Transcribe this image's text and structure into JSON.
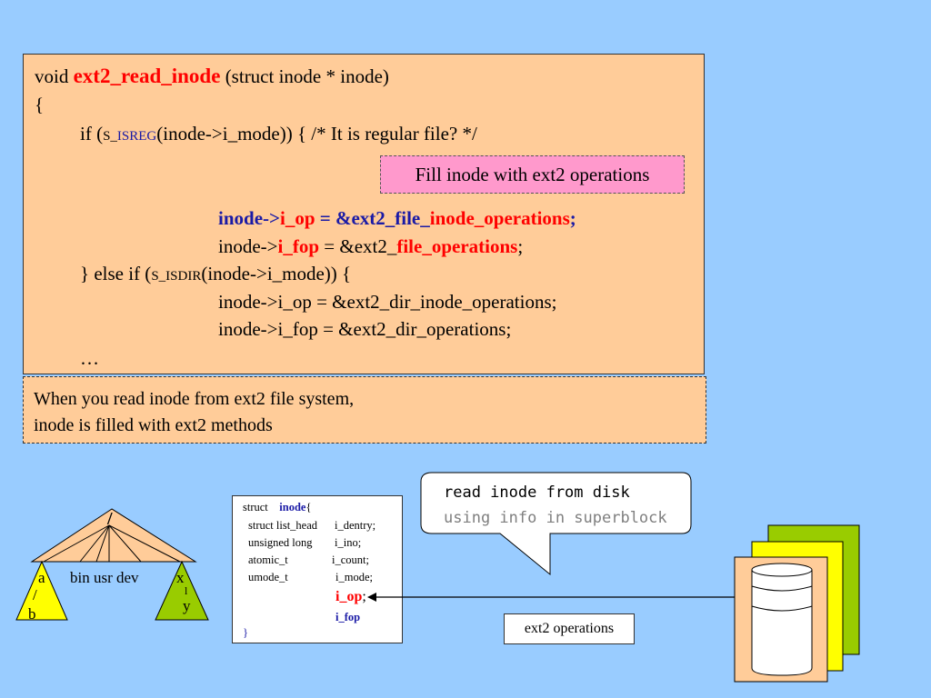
{
  "code": {
    "line1": {
      "pre": "void ",
      "fn": "ext2_read_inode",
      "post": " (struct inode * inode)"
    },
    "line2": "{",
    "line3": {
      "pre": "if (",
      "s": "S_",
      "isreg": "ISREG",
      "post": "(inode->i_mode)) {   /* It is  regular file? */"
    },
    "line4": {
      "a": "inode->",
      "b": "i_op",
      "c": " = &ext2_file_",
      "d": "inode_operations",
      "e": ";"
    },
    "line5": {
      "a": "inode->",
      "b": "i_fop",
      "c": " = &ext2_",
      "d": "file_operations",
      "e": ";"
    },
    "line6": {
      "pre": "} else if (",
      "s": "S_",
      "isdir": "ISDIR",
      "post": "(inode->i_mode)) {"
    },
    "line7": "inode->i_op = &ext2_dir_inode_operations;",
    "line8": "inode->i_fop = &ext2_dir_operations;",
    "line9": "…"
  },
  "note": "Fill inode with ext2 operations",
  "caption": {
    "line1": "When you read inode from ext2 file system,",
    "line2": "inode is filled with  ext2  methods"
  },
  "struct_card": {
    "head_pre": "struct",
    "head_name": "inode",
    "head_brace": "{",
    "fields": [
      {
        "type": "struct list_head",
        "name": "i_dentry;"
      },
      {
        "type": "unsigned long",
        "name": "i_ino;"
      },
      {
        "type": "atomic_t",
        "name": "i_count;"
      },
      {
        "type": "umode_t",
        "name": "i_mode;"
      }
    ],
    "iop": "i_op",
    "iop_semicolon": ";",
    "ifop": "i_fop",
    "close": "}"
  },
  "callout": {
    "line1": "read inode from disk",
    "line2": "using info in superblock"
  },
  "ops_label": "ext2 operations",
  "tree": {
    "root": "/",
    "left_top": "a",
    "left_mid": "/",
    "left_bottom": "b",
    "middle": "bin usr  dev",
    "right_top": "x",
    "right_mid": "l",
    "right_bottom": "y"
  },
  "colors": {
    "background": "#99ccff",
    "code_box": "#ffcc99",
    "note_box": "#ff99cc",
    "highlight_red": "#ff0000",
    "highlight_blue": "#1a1aa6",
    "callout_gray": "#7f7f7f",
    "disk_green": "#99cc00",
    "disk_yellow": "#ffff00",
    "disk_peach": "#ffcc99"
  }
}
